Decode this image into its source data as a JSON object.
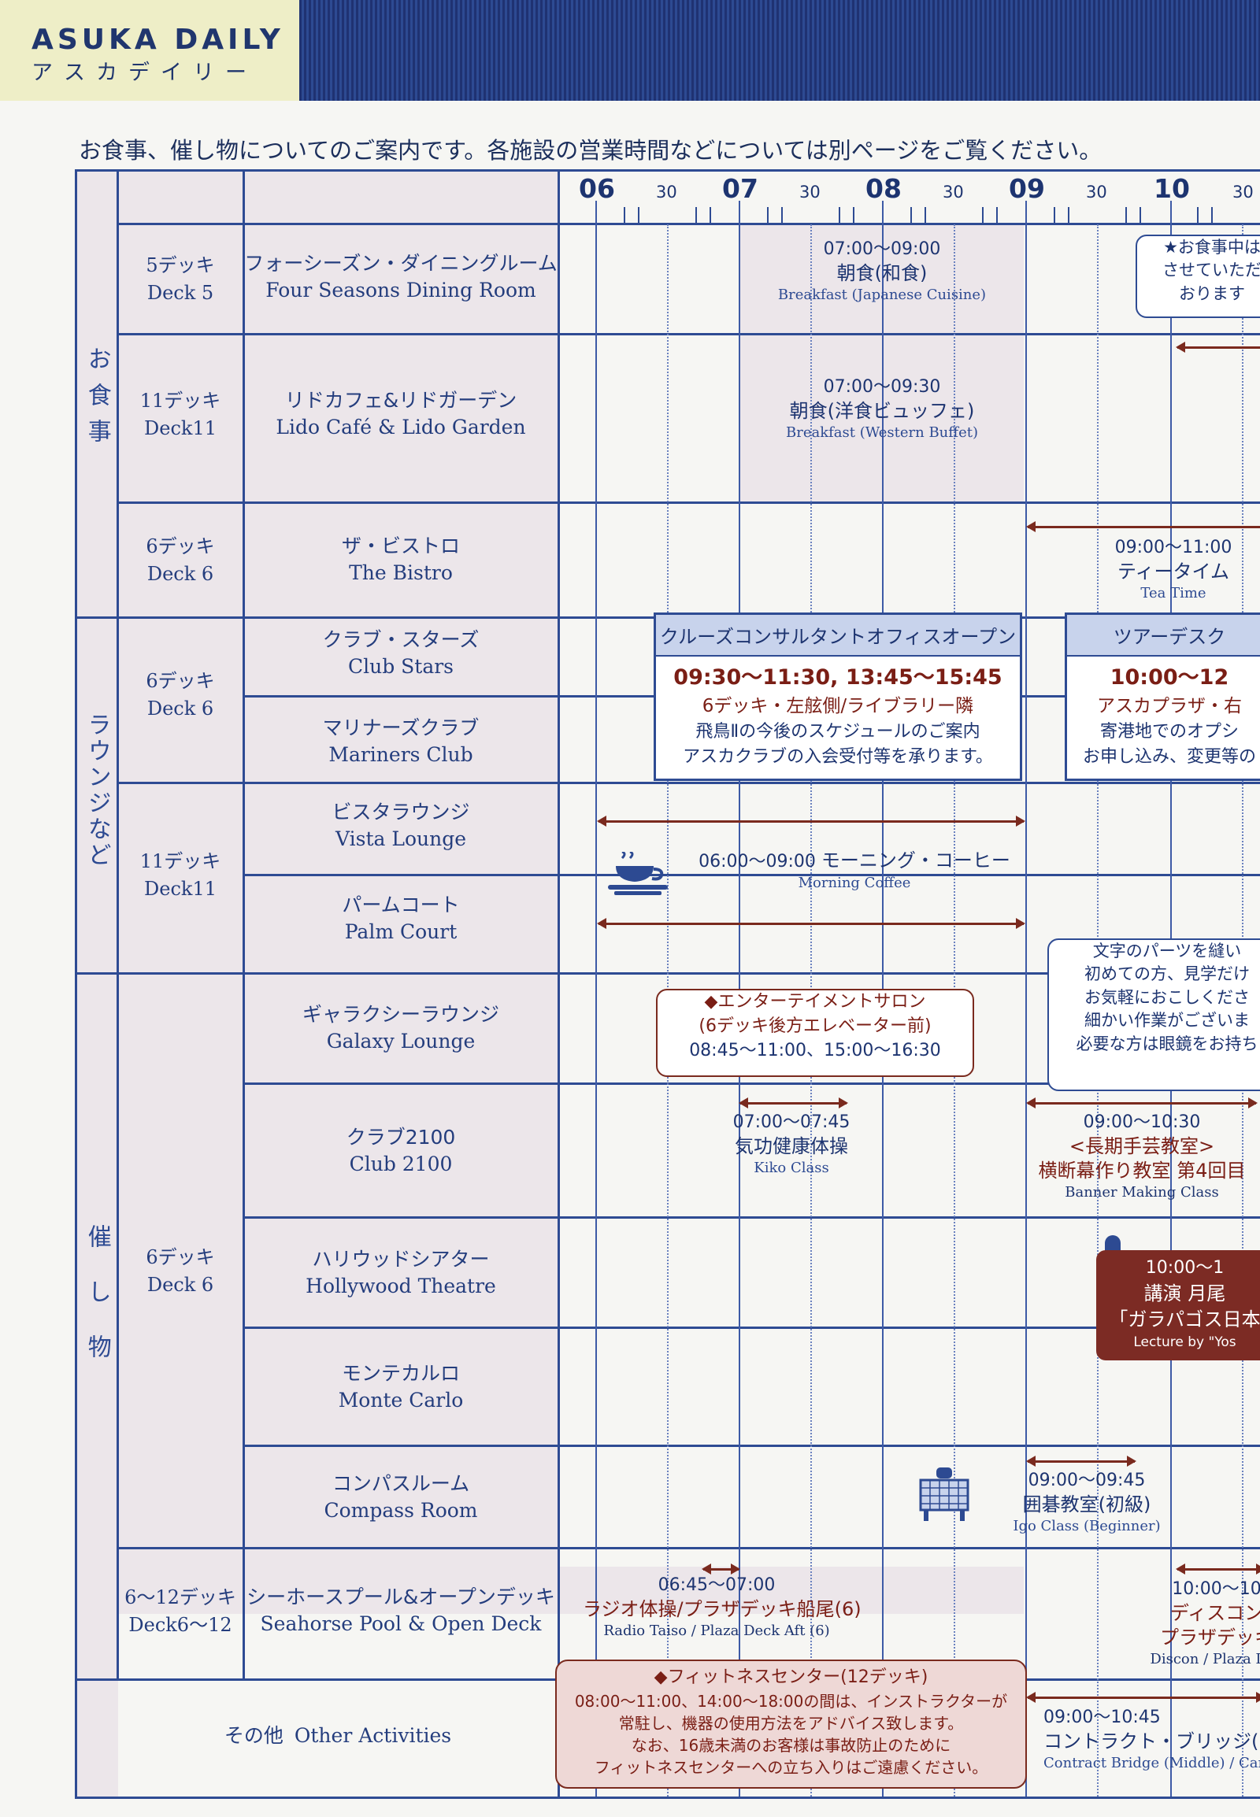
{
  "header": {
    "brand_en": "ASUKA DAILY",
    "brand_jp": "アスカデイリー"
  },
  "intro": "お食事、催し物についてのご案内です。各施設の営業時間などについては別ページをご覧ください。",
  "timeline": {
    "hours": [
      "06",
      "07",
      "08",
      "09",
      "10"
    ],
    "half_label": "30"
  },
  "categories": {
    "dining": "お食事",
    "lounges": "ラウンジなど",
    "events": "催し物"
  },
  "rows": {
    "r1": {
      "deck_jp": "5デッキ",
      "deck_en": "Deck 5",
      "venue_jp": "フォーシーズン・ダイニングルーム",
      "venue_en": "Four Seasons Dining Room"
    },
    "r2": {
      "deck_jp": "11デッキ",
      "deck_en": "Deck11",
      "venue_jp": "リドカフェ&リドガーデン",
      "venue_en": "Lido Café & Lido Garden"
    },
    "r3": {
      "deck_jp": "6デッキ",
      "deck_en": "Deck 6",
      "venue_jp": "ザ・ビストロ",
      "venue_en": "The Bistro"
    },
    "r4": {
      "deck_jp": "6デッキ",
      "deck_en": "Deck 6",
      "venue1_jp": "クラブ・スターズ",
      "venue1_en": "Club Stars",
      "venue2_jp": "マリナーズクラブ",
      "venue2_en": "Mariners Club"
    },
    "r5": {
      "deck_jp": "11デッキ",
      "deck_en": "Deck11",
      "venue1_jp": "ビスタラウンジ",
      "venue1_en": "Vista Lounge",
      "venue2_jp": "パームコート",
      "venue2_en": "Palm Court"
    },
    "r6": {
      "deck_jp": "6デッキ",
      "deck_en": "Deck 6",
      "venues": [
        {
          "jp": "ギャラクシーラウンジ",
          "en": "Galaxy Lounge"
        },
        {
          "jp": "クラブ2100",
          "en": "Club 2100"
        },
        {
          "jp": "ハリウッドシアター",
          "en": "Hollywood Theatre"
        },
        {
          "jp": "モンテカルロ",
          "en": "Monte Carlo"
        },
        {
          "jp": "コンパスルーム",
          "en": "Compass Room"
        }
      ]
    },
    "r7": {
      "deck_jp": "6〜12デッキ",
      "deck_en": "Deck6〜12",
      "venue_jp": "シーホースプール&オープンデッキ",
      "venue_en": "Seahorse Pool & Open Deck"
    },
    "other": {
      "jp": "その他",
      "en": "Other Activities"
    }
  },
  "events": {
    "breakfast_jp": {
      "time": "07:00〜09:00",
      "title": "朝食(和食)",
      "en": "Breakfast (Japanese Cuisine)"
    },
    "breakfast_buffet": {
      "time": "07:00〜09:30",
      "title": "朝食(洋食ビュッフェ)",
      "en": "Breakfast (Western Buffet)"
    },
    "tea": {
      "time": "09:00〜11:00",
      "title": "ティータイム",
      "en": "Tea Time"
    },
    "dining_note": [
      "★お食事中は",
      "させていただ",
      "おります"
    ],
    "consultant": {
      "header": "クルーズコンサルタントオフィスオープン",
      "time": "09:30〜11:30, 13:45〜15:45",
      "place": "6デッキ・左舷側/ライブラリー隣",
      "lines": [
        "飛鳥Ⅱの今後のスケジュールのご案内",
        "アスカクラブの入会受付等を承ります。"
      ]
    },
    "tour": {
      "header": "ツアーデスク",
      "time": "10:00〜12",
      "place": "アスカプラザ・右",
      "lines": [
        "寄港地でのオプシ",
        "お申し込み、変更等の"
      ]
    },
    "coffee": {
      "time": "06:00〜09:00",
      "title": "モーニング・コーヒー",
      "en": "Morning Coffee"
    },
    "salon": {
      "lines": [
        "◆エンターテイメントサロン",
        "(6デッキ後方エレベーター前)",
        "08:45〜11:00、15:00〜16:30"
      ]
    },
    "craft_note": [
      "文字のパーツを縫い",
      "初めての方、見学だけ",
      "お気軽におこしくださ",
      "細かい作業がございま",
      "必要な方は眼鏡をお持ち"
    ],
    "kiko": {
      "time": "07:00〜07:45",
      "title": "気功健康体操",
      "en": "Kiko Class"
    },
    "banner": {
      "time": "09:00〜10:30",
      "title": "<長期手芸教室>",
      "sub": "横断幕作り教室 第4回目",
      "en": "Banner Making Class"
    },
    "lecture": {
      "lines": [
        "10:00〜1",
        "講演 月尾",
        "「ガラパゴス日本",
        "Lecture by \"Yos"
      ]
    },
    "igo": {
      "time": "09:00〜09:45",
      "title": "囲碁教室(初級)",
      "en": "Igo Class (Beginner)"
    },
    "radio": {
      "time": "06:45〜07:00",
      "title": "ラジオ体操/プラザデッキ船尾(6)",
      "en": "Radio Taiso / Plaza Deck Aft (6)"
    },
    "disco": {
      "time": "10:00〜10",
      "title": "ディスコン",
      "sub": "プラザデッキ",
      "en": "Discon / Plaza Dec"
    },
    "fitness": {
      "lines": [
        "◆フィットネスセンター(12デッキ)",
        "08:00〜11:00、14:00〜18:00の間は、インストラクターが",
        "常駐し、機器の使用方法をアドバイス致します。",
        "なお、16歳未満のお客様は事故防止のために",
        "フィットネスセンターへの立ち入りはご遠慮ください。"
      ]
    },
    "bridge": {
      "time": "09:00〜10:45",
      "title": "コントラクト・ブリッジ(中",
      "en": "Contract Bridge (Middle) / Car"
    }
  },
  "icons": {
    "coffee": "coffee-cup-icon",
    "mic": "microphone-icon",
    "igo": "go-board-icon"
  },
  "colors": {
    "accent_blue": "#2e4b93",
    "accent_red": "#7a1e15",
    "header_bg": "#eeeec7"
  }
}
